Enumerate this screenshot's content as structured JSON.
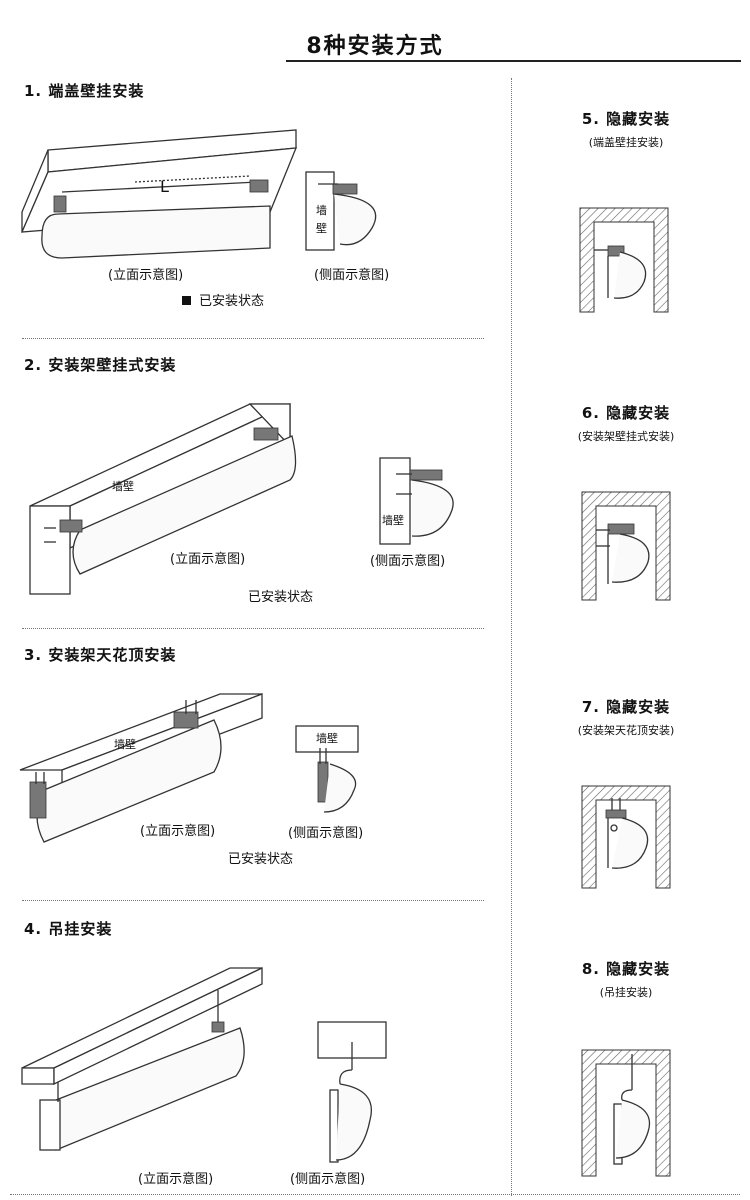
{
  "title": "8种安装方式",
  "sections": [
    {
      "title": "1. 端盖壁挂安装",
      "front_caption": "(立面示意图)",
      "side_caption": "(侧面示意图)",
      "status": "已安装状态",
      "dimension_label": "L",
      "wall_label": "墙\n壁"
    },
    {
      "title": "2. 安装架壁挂式安装",
      "front_caption": "(立面示意图)",
      "side_caption": "(侧面示意图)",
      "status": "已安装状态",
      "wall_label": "墙壁"
    },
    {
      "title": "3. 安装架天花顶安装",
      "front_caption": "(立面示意图)",
      "side_caption": "(侧面示意图)",
      "status": "已安装状态",
      "wall_label": "墙壁"
    },
    {
      "title": "4. 吊挂安装",
      "front_caption": "(立面示意图)",
      "side_caption": "(侧面示意图)"
    }
  ],
  "hidden": [
    {
      "title": "5. 隐藏安装",
      "subtitle": "(端盖壁挂安装)"
    },
    {
      "title": "6. 隐藏安装",
      "subtitle": "(安装架壁挂式安装)"
    },
    {
      "title": "7. 隐藏安装",
      "subtitle": "(安装架天花顶安装)"
    },
    {
      "title": "8. 隐藏安装",
      "subtitle": "(吊挂安装)"
    }
  ]
}
